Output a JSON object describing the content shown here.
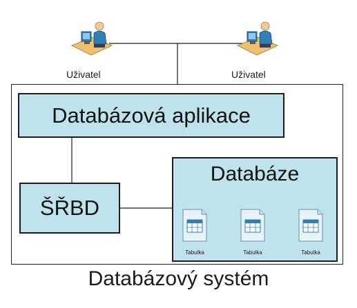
{
  "users": [
    {
      "label": "Uživatel"
    },
    {
      "label": "Uživatel"
    }
  ],
  "application": {
    "label": "Databázová aplikace"
  },
  "dbms": {
    "label": "ŠŘBD"
  },
  "database": {
    "label": "Databáze",
    "tables": [
      {
        "label": "Tabulka"
      },
      {
        "label": "Tabulka"
      },
      {
        "label": "Tabulka"
      }
    ]
  },
  "system": {
    "label": "Databázový systém"
  },
  "colors": {
    "box_fill": "#bfe3ec",
    "stroke": "#1c1c1c",
    "icon_blue": "#2f7fb8",
    "desk": "#f0c070"
  }
}
